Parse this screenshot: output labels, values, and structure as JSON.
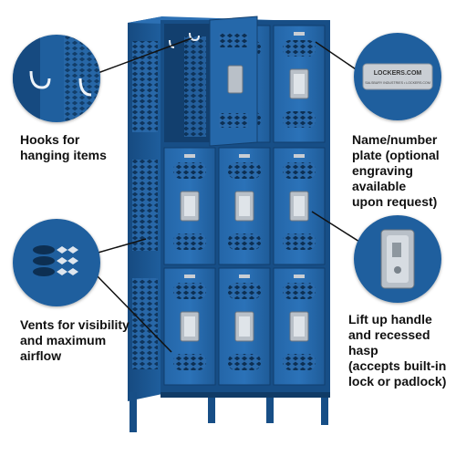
{
  "product": {
    "name": "Three-tier ventilated steel locker, 3 wide",
    "color": "#1f5f9e"
  },
  "callouts": [
    {
      "id": "hooks",
      "label": "Hooks for\nhanging items"
    },
    {
      "id": "vents",
      "label": "Vents for visibility\nand maximum\nairflow"
    },
    {
      "id": "plate",
      "label": "Name/number\nplate (optional\nengraving available\nupon request)"
    },
    {
      "id": "handle",
      "label": "Lift up handle\nand recessed hasp\n(accepts built-in\nlock or padlock)"
    }
  ],
  "nameplate": {
    "brand": "LOCKERS.COM",
    "maker": "SALSBURY INDUSTRIES  •  LOCKERS.COM"
  },
  "colors": {
    "locker_blue": "#1f5f9e",
    "locker_dark": "#123f6e",
    "locker_light": "#3b7fc2",
    "metal": "#c9ced4",
    "label_text": "#111111"
  }
}
